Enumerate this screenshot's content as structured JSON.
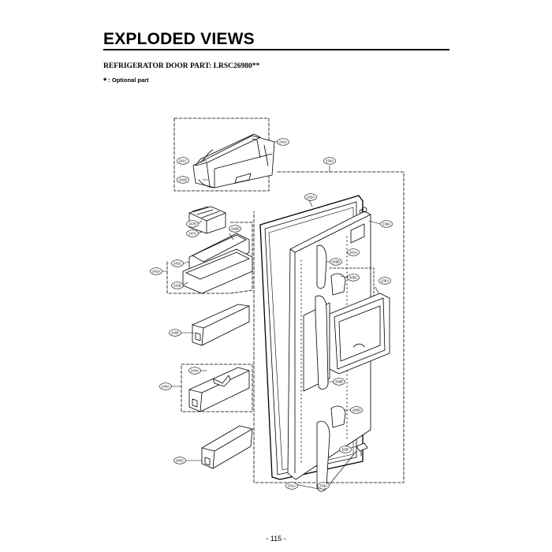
{
  "page": {
    "title": "EXPLODED VIEWS",
    "subtitle": "REFRIGERATOR DOOR PART: LRSC26980**",
    "note_symbol": "*",
    "note_text": ": Optional part",
    "page_number": "- 115 -"
  },
  "callouts": [
    {
      "id": "c241A",
      "label": "241A"
    },
    {
      "id": "c241C",
      "label": "241C"
    },
    {
      "id": "c241B",
      "label": "241B"
    },
    {
      "id": "c230A",
      "label": "230A"
    },
    {
      "id": "c232A",
      "label": "232A"
    },
    {
      "id": "c239A",
      "label": "239A"
    },
    {
      "id": "c187B",
      "label": "187B"
    },
    {
      "id": "c147A",
      "label": "147A"
    },
    {
      "id": "c242B",
      "label": "242B"
    },
    {
      "id": "c242C",
      "label": "242C"
    },
    {
      "id": "c242A",
      "label": "242A"
    },
    {
      "id": "c242D",
      "label": "242D"
    },
    {
      "id": "c205B",
      "label": "205B"
    },
    {
      "id": "c201A",
      "label": "201A"
    },
    {
      "id": "c205C",
      "label": "205C"
    },
    {
      "id": "c236A",
      "label": "236A"
    },
    {
      "id": "c240E",
      "label": "240E"
    },
    {
      "id": "c243A",
      "label": "243A"
    },
    {
      "id": "c240A",
      "label": "240A"
    },
    {
      "id": "c206B",
      "label": "206B"
    },
    {
      "id": "c205D",
      "label": "205D"
    },
    {
      "id": "c203F",
      "label": "203F"
    },
    {
      "id": "c240C",
      "label": "240C"
    },
    {
      "id": "c231A",
      "label": "231A"
    },
    {
      "id": "c233A",
      "label": "233A"
    }
  ]
}
